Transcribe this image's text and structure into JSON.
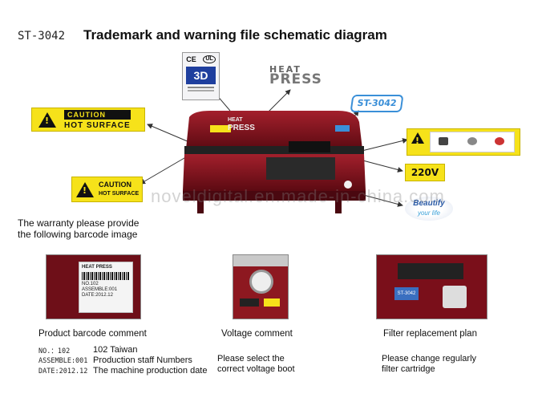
{
  "title": {
    "code": "ST-3042",
    "text": "Trademark and warning file schematic diagram"
  },
  "ce_label": {
    "ce": "CE",
    "ul": "UL",
    "badge": "3D"
  },
  "heat_press_logo": {
    "line1": "HEAT",
    "line2": "PRESS"
  },
  "machine_logo": {
    "line1": "HEAT",
    "line2": "PRESS"
  },
  "st3042_logo": "ST-3042",
  "caution_top": {
    "title": "CAUTION",
    "text": "HOT SURFACE"
  },
  "caution_mid": {
    "title": "CAUTION",
    "text": "HOT SURFACE"
  },
  "voltage_label": "220V",
  "beautify_logo": {
    "word": "Beautify",
    "tagline": "your life"
  },
  "watermark": "noveldigital.en.made-in-china.com",
  "warranty": {
    "line1": "The warranty please provide",
    "line2": "the following barcode image"
  },
  "barcode_photo": {
    "brand1": "HEAT",
    "brand2": "PRESS",
    "no": "NO.102",
    "assemble": "ASSEMBLE:001",
    "date": "DATE:2012.12"
  },
  "filter_photo_label": "ST-3042",
  "captions": {
    "barcode": "Product barcode comment",
    "voltage": "Voltage comment",
    "filter": "Filter replacement plan"
  },
  "barcode_legend": [
    {
      "key": "NO.：102",
      "value": "102 Taiwan"
    },
    {
      "key": "ASSEMBLE:001",
      "value": "Production staff Numbers"
    },
    {
      "key": "DATE:2012.12",
      "value": "The machine production date"
    }
  ],
  "voltage_note": {
    "line1": "Please select the",
    "line2": "correct voltage boot"
  },
  "filter_note": {
    "line1": "Please change regularly",
    "line2": "filter cartridge"
  },
  "colors": {
    "machine_red": "#7a0f1a",
    "caution_yellow": "#f6e21a",
    "arrow": "#333333"
  }
}
